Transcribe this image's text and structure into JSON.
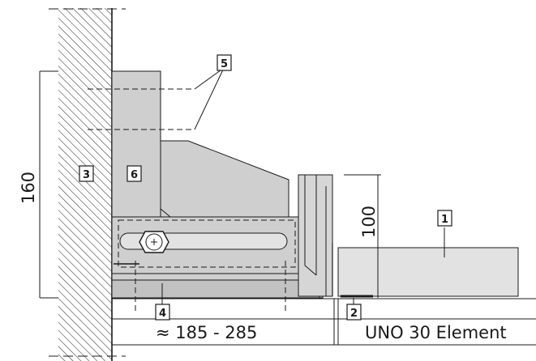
{
  "dimensions": {
    "height_overall": "160",
    "height_element": "100",
    "range": "≈ 185 - 285"
  },
  "element_label": "UNO 30 Element",
  "callouts": {
    "c1": "1",
    "c2": "2",
    "c3": "3",
    "c4": "4",
    "c5": "5",
    "c6": "6"
  },
  "colors": {
    "part_fill": "#cfcfcf",
    "part_fill_light": "#e2e2e2",
    "part_fill_mid": "#c2c2c2",
    "line": "#1a1a1a",
    "hatch": "#333333"
  }
}
